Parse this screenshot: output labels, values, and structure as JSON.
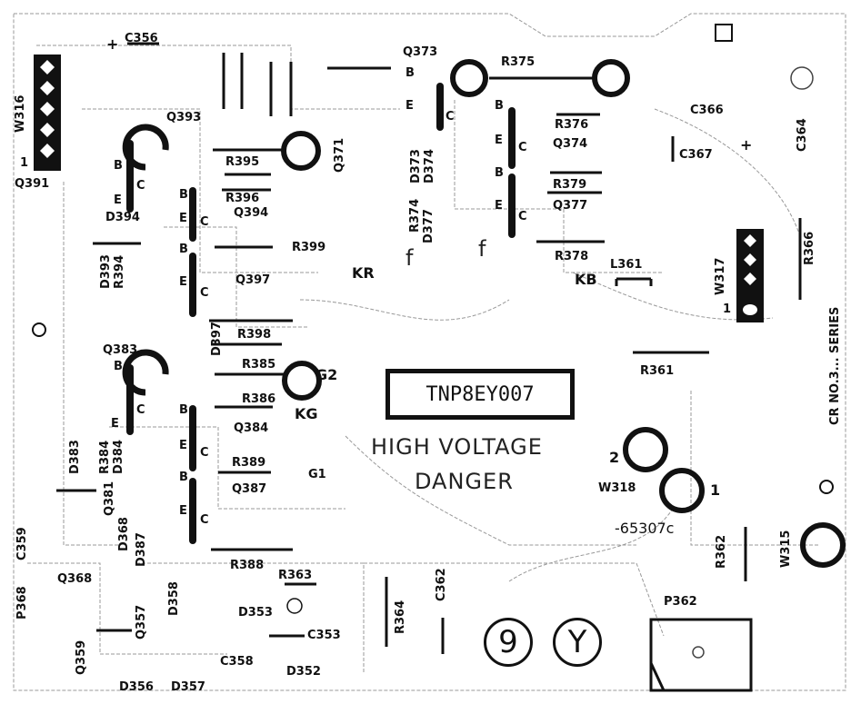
{
  "board_id": "TNP8EY007",
  "warning": {
    "line1": "HIGH VOLTAGE",
    "line2": "DANGER"
  },
  "part_number": "-65307c",
  "side_note": "CR NO.3... SERIES",
  "round_marks": [
    "9",
    "Y"
  ],
  "labels": {
    "C356": "C356",
    "W316": "W316",
    "Q391": "Q391",
    "Q393": "Q393",
    "D394": "D394",
    "R395": "R395",
    "R396": "R396",
    "Q394": "Q394",
    "D393": "D393",
    "R394": "R394",
    "D397": "D397",
    "R399": "R399",
    "Q397": "Q397",
    "R398": "R398",
    "Q383": "Q383",
    "R385": "R385",
    "R386": "R386",
    "Q384": "Q384",
    "R389": "R389",
    "Q387": "Q387",
    "D383": "D383",
    "R384": "R384",
    "D384": "D384",
    "Q381": "Q381",
    "C359": "C359",
    "D368": "D368",
    "D387": "D387",
    "P368": "P368",
    "Q368": "Q368",
    "Q357": "Q357",
    "D358": "D358",
    "R388": "R388",
    "R363": "R363",
    "D353": "D353",
    "C353": "C353",
    "C358": "C358",
    "D352": "D352",
    "Q359": "Q359",
    "D356": "D356",
    "D357": "D357",
    "G2": "G2",
    "KG": "KG",
    "G1": "G1",
    "KR": "KR",
    "KB": "KB",
    "Q373": "Q373",
    "R375": "R375",
    "Q371": "Q371",
    "D373": "D373",
    "D374": "D374",
    "R376": "R376",
    "Q374": "Q374",
    "R379": "R379",
    "Q377": "Q377",
    "R374": "R374",
    "D377": "D377",
    "R378": "R378",
    "L361": "L361",
    "R361": "R361",
    "C366": "C366",
    "C367": "C367",
    "C364": "C364",
    "R366": "R366",
    "W317": "W317",
    "W318": "W318",
    "W315": "W315",
    "R362": "R362",
    "P362": "P362",
    "R364": "R364",
    "C362": "C362",
    "f": "f",
    "B": "B",
    "E": "E",
    "C": "C",
    "one": "1",
    "two": "2",
    "plus": "+"
  }
}
